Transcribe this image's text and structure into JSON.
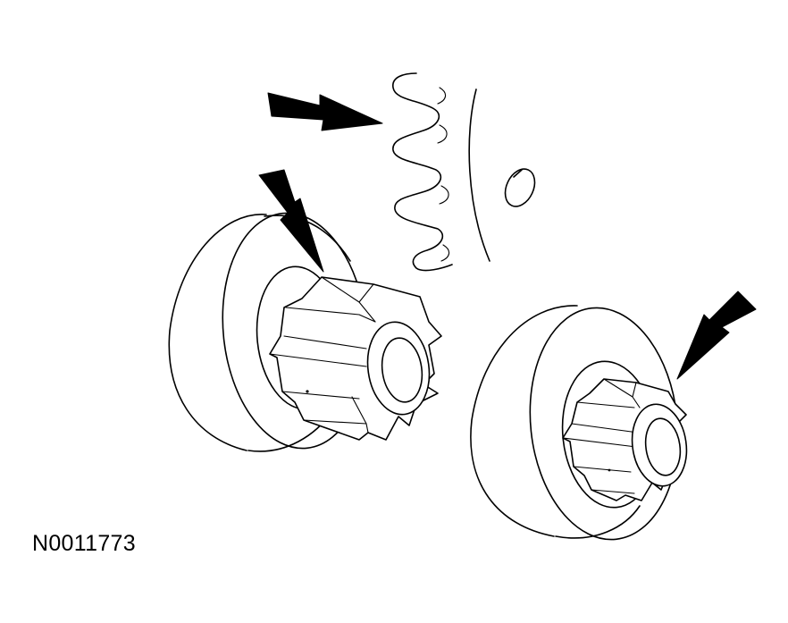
{
  "diagram": {
    "reference_code": "N0011773"
  },
  "colors": {
    "ink": "#000000",
    "background": "#ffffff"
  },
  "parts": [
    {
      "name": "spring",
      "icon": "coil-spring"
    },
    {
      "name": "pinion-gear-removed",
      "icon": "pinion-gear"
    },
    {
      "name": "pinion-gear-installed",
      "icon": "pinion-gear"
    },
    {
      "name": "housing-edge",
      "icon": "curved-edge"
    },
    {
      "name": "snap-ring",
      "icon": "retaining-ring"
    }
  ],
  "callout_arrows": 3
}
